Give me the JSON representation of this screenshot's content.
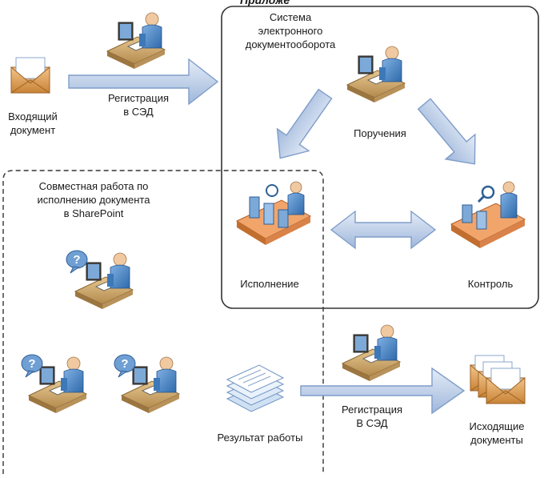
{
  "header_cut_text": "Приложе",
  "labels": {
    "incoming_document": "Входящий\nдокумент",
    "register_in": "Регистрация\nв СЭД",
    "system": "Система\nэлектронного\nдокументооборота",
    "instructions": "Поручения",
    "collaboration": "Совместная работа по\nисполнению документа\nв SharePoint",
    "execution": "Исполнение",
    "control": "Контроль",
    "work_result": "Результат работы",
    "register_out": "Регистрация\nВ СЭД",
    "outgoing_documents": "Исходящие\nдокументы"
  },
  "question_mark": "?",
  "colors": {
    "arrow_fill": "#c8d7ec",
    "arrow_stroke": "#7f9dc9",
    "desk": "#c9a56d",
    "person": "#4f86c6",
    "envelope": "#e0a45c",
    "frame": "#333333",
    "conveyor": "#e08a4b"
  }
}
